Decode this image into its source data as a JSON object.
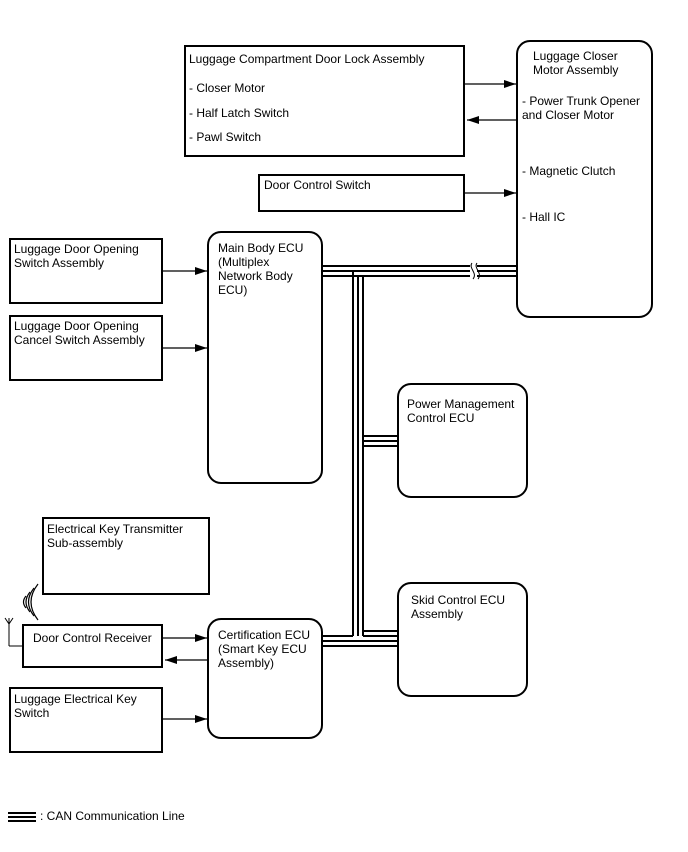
{
  "boxes": {
    "lock_assembly": {
      "title": "Luggage Compartment Door Lock Assembly",
      "items": [
        "- Closer Motor",
        "- Half Latch Switch",
        " - Pawl Switch"
      ]
    },
    "door_control_switch": {
      "title": "Door Control Switch"
    },
    "closer_motor": {
      "title": "Luggage Closer\nMotor Assembly",
      "items": [
        "- Power Trunk Opener\nand Closer Motor",
        "- Magnetic Clutch",
        "- Hall IC"
      ]
    },
    "opening_switch": {
      "title": "Luggage Door Opening\nSwitch Assembly"
    },
    "cancel_switch": {
      "title": "Luggage Door Opening\nCancel Switch Assembly"
    },
    "main_body_ecu": {
      "title": "Main Body ECU\n(Multiplex\nNetwork Body\nECU)"
    },
    "power_mgmt_ecu": {
      "title": "Power Management\nControl ECU"
    },
    "key_transmitter": {
      "title": "Electrical Key Transmitter\nSub-assembly"
    },
    "door_control_receiver": {
      "title": "Door Control Receiver"
    },
    "certification_ecu": {
      "title": "Certification ECU\n(Smart Key ECU\nAssembly)"
    },
    "skid_control_ecu": {
      "title": "Skid Control ECU\nAssembly"
    },
    "electrical_key_switch": {
      "title": "Luggage Electrical Key\nSwitch"
    }
  },
  "legend": {
    "label": ": CAN Communication Line"
  }
}
